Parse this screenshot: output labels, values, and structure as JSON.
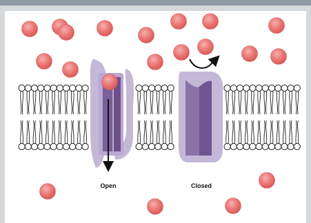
{
  "diagram": {
    "labels": {
      "open": "Open",
      "closed": "Closed"
    },
    "colors": {
      "ion": "#e8706f",
      "ion_highlight": "#f4a3a0",
      "channel_outer": "#c3b7d8",
      "channel_inner": "#7d6399",
      "lipid_head_stroke": "#222222",
      "lipid_head_fill": "#ffffff",
      "arrow": "#111111"
    },
    "elements": [
      "ion",
      "lipid-bilayer",
      "open-channel",
      "closed-channel",
      "inward-arrow",
      "blocked-curved-arrow"
    ]
  }
}
